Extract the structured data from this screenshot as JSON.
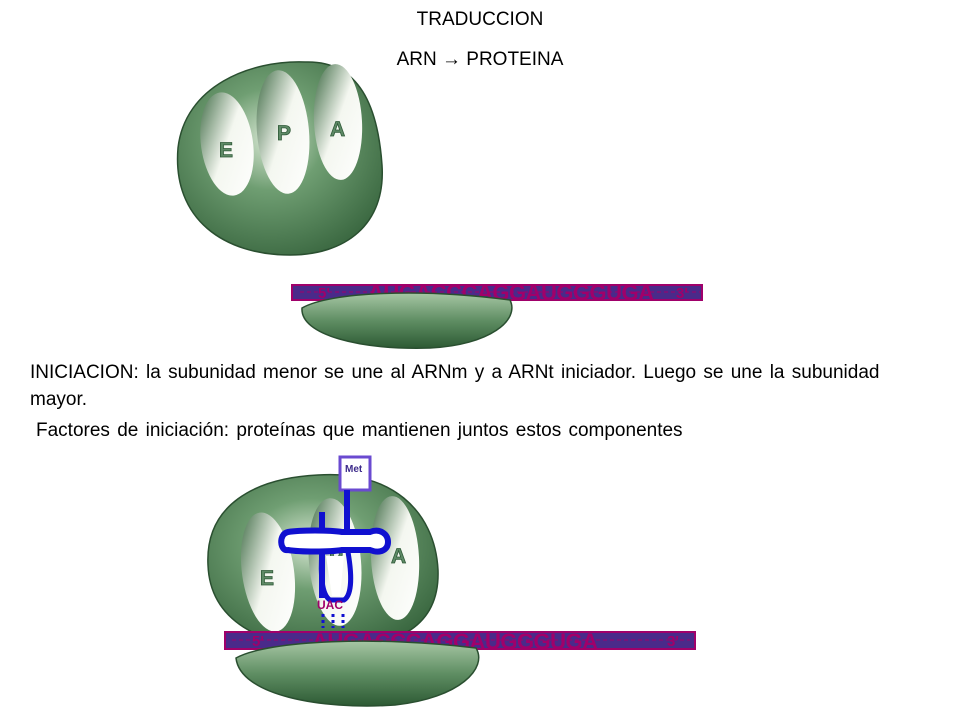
{
  "title": "TRADUCCION",
  "subtitle": "ARN → PROTEINA",
  "paragraph1": "INICIACION: la subunidad menor se une al ARNm y a ARNt iniciador. Luego se une la subunidad mayor.",
  "paragraph2": "Factores de iniciación: proteínas que mantienen juntos estos componentes",
  "sites": {
    "e": "E",
    "p": "P",
    "a": "A"
  },
  "mrna": {
    "five": "5'",
    "sequence": "AUGACCCAGGAUGGGUGA",
    "three": "3'"
  },
  "trna": {
    "amino_acid": "Met",
    "anticodon": "UAC"
  },
  "colors": {
    "ribosome": "#3f7a4a",
    "mrna_bar": "#a0006a",
    "mrna_fill": "#4a2a8a",
    "trna": "#1010d0"
  }
}
